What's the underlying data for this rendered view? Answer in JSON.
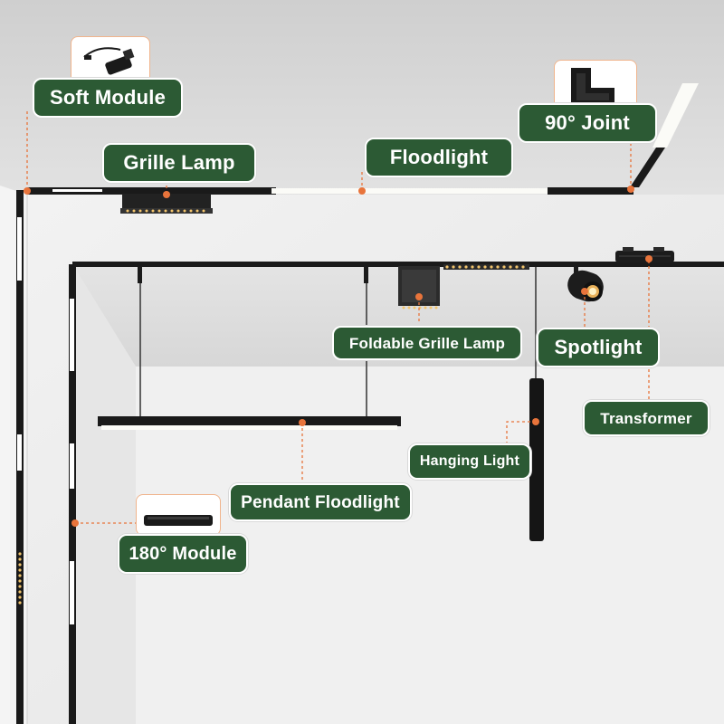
{
  "labels": {
    "soft_module": "Soft Module",
    "grille_lamp": "Grille Lamp",
    "floodlight": "Floodlight",
    "joint_90": "90° Joint",
    "foldable_grille_lamp": "Foldable Grille Lamp",
    "spotlight": "Spotlight",
    "transformer": "Transformer",
    "hanging_light": "Hanging Light",
    "pendant_floodlight": "Pendant Floodlight",
    "module_180": "180° Module"
  },
  "colors": {
    "label_bg": "#2c5a34",
    "label_text": "#ffffff",
    "leader_line": "#e8743b",
    "marker_dot": "#e8743b",
    "track": "#1a1a1a",
    "led_warm": "#f2c46c",
    "ceiling": "#d8d8d8",
    "wall": "#ededed"
  }
}
